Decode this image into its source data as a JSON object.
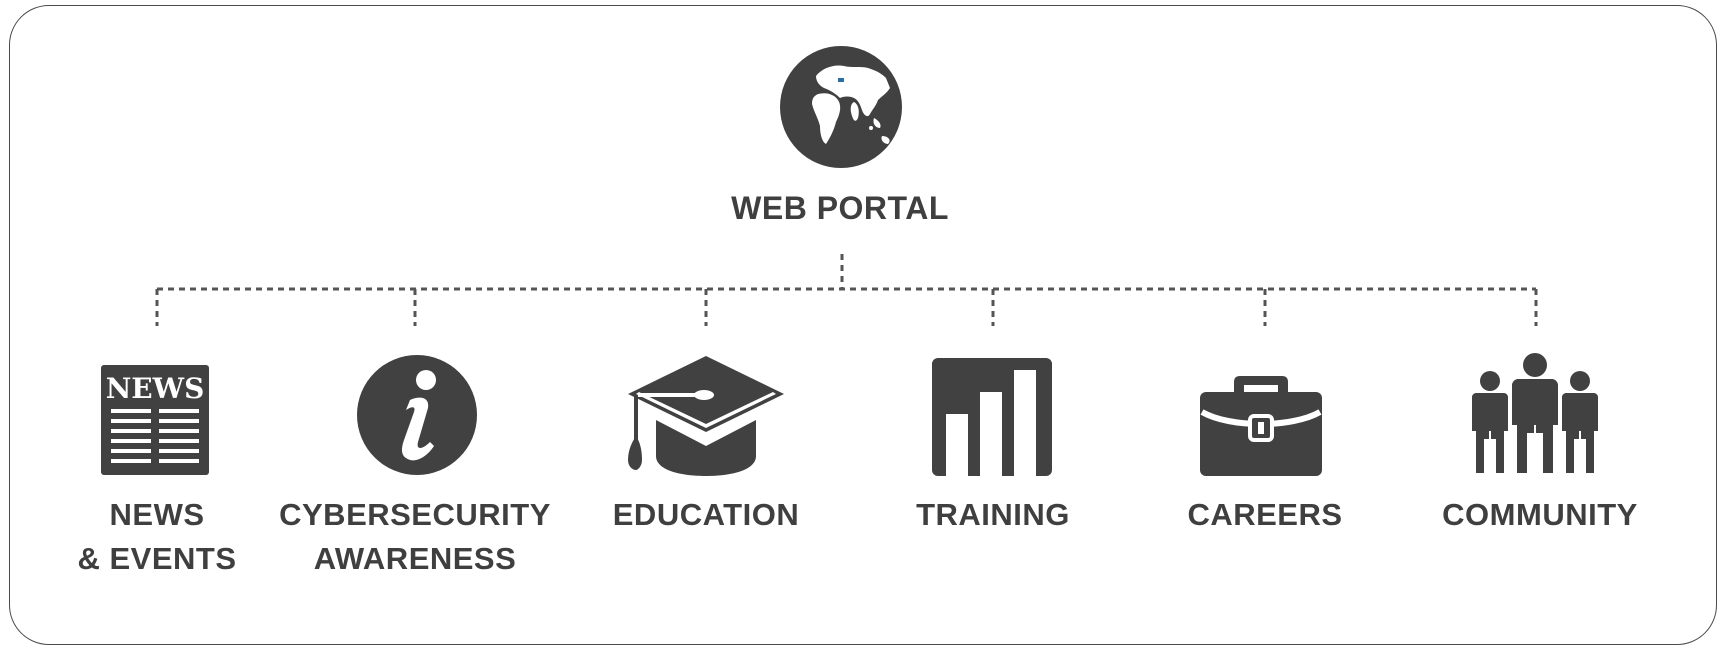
{
  "root": {
    "label": "WEB PORTAL",
    "icon": "globe-icon"
  },
  "colors": {
    "icon": "#414141",
    "text": "#3f3f3f",
    "accent": "#2a6fa0"
  },
  "children": [
    {
      "lines": [
        "NEWS",
        "& EVENTS"
      ],
      "icon": "newspaper-icon",
      "icon_text": "NEWS"
    },
    {
      "lines": [
        "CYBERSECURITY",
        "AWARENESS"
      ],
      "icon": "info-icon"
    },
    {
      "lines": [
        "EDUCATION"
      ],
      "icon": "graduation-cap-icon"
    },
    {
      "lines": [
        "TRAINING"
      ],
      "icon": "bar-chart-icon"
    },
    {
      "lines": [
        "CAREERS"
      ],
      "icon": "briefcase-icon"
    },
    {
      "lines": [
        "COMMUNITY"
      ],
      "icon": "people-icon"
    }
  ]
}
